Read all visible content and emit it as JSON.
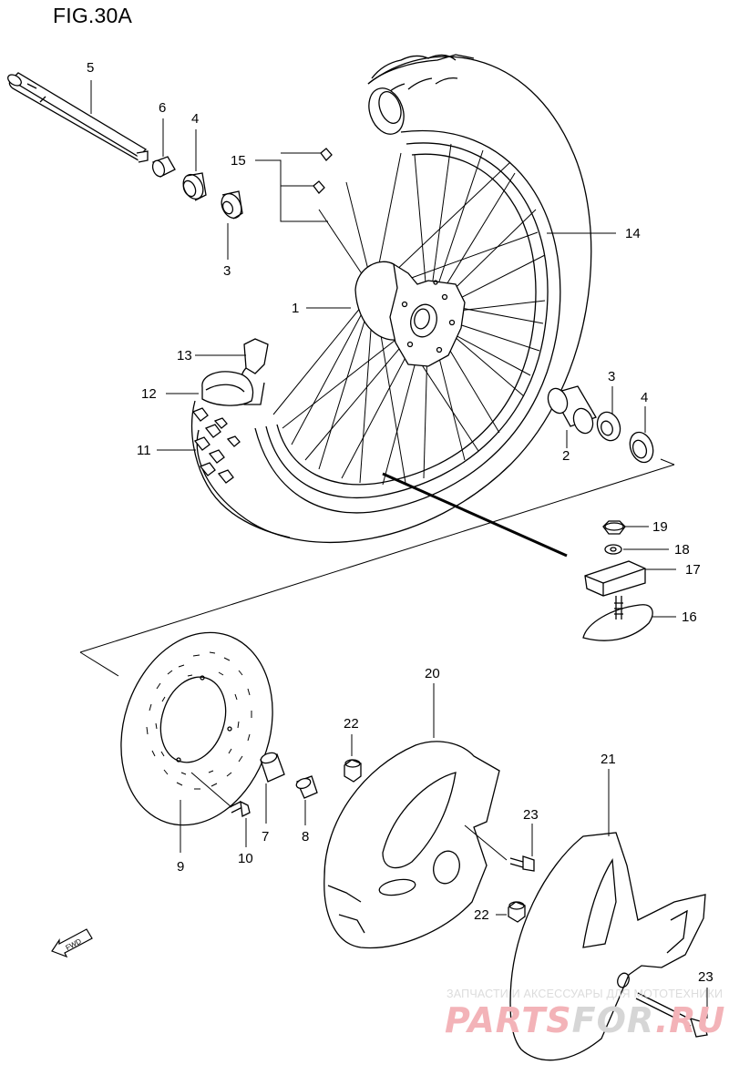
{
  "figure": {
    "title": "FIG.30A"
  },
  "labels": {
    "l5": "5",
    "l6": "6",
    "l4a": "4",
    "l3a": "3",
    "l15": "15",
    "l14": "14",
    "l1": "1",
    "l13": "13",
    "l12": "12",
    "l11": "11",
    "l3b": "3",
    "l4b": "4",
    "l2": "2",
    "l19": "19",
    "l18": "18",
    "l17": "17",
    "l16": "16",
    "l20": "20",
    "l22a": "22",
    "l7": "7",
    "l8": "8",
    "l9": "9",
    "l10": "10",
    "l21": "21",
    "l23a": "23",
    "l22b": "22",
    "l23b": "23"
  },
  "fwd_arrow": {
    "text": "FWD"
  },
  "watermark": {
    "caption": "ЗАПЧАСТИ И АКСЕССУАРЫ ДЛЯ МОТОТЕХНИКИ",
    "brand_red": "PARTS",
    "brand_grey": "FOR",
    "brand_tld": ".RU",
    "red_color": "#f3b3b8",
    "grey_color": "#d6d6d6"
  },
  "colors": {
    "line": "#000000",
    "background": "#ffffff"
  }
}
